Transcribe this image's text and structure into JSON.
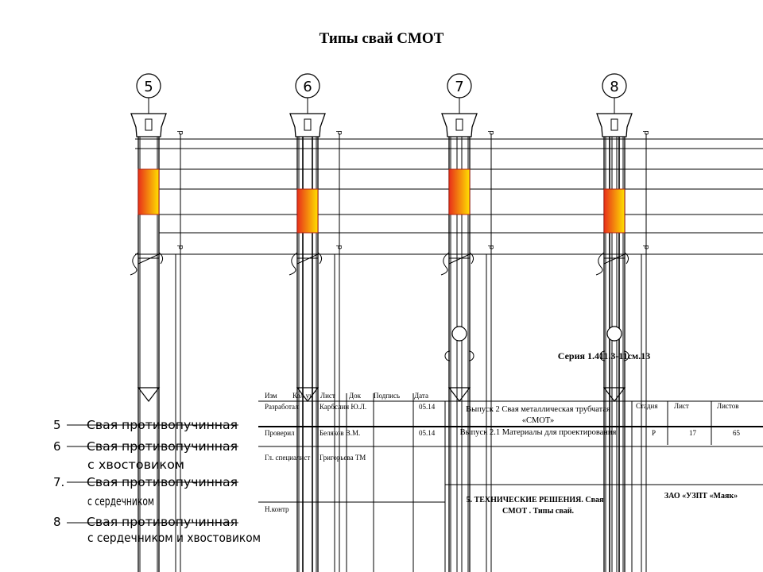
{
  "title": "Типы свай СМОТ",
  "piles": [
    {
      "number": "5",
      "has_tail": false,
      "has_core": false
    },
    {
      "number": "6",
      "has_tail": true,
      "has_core": false
    },
    {
      "number": "7",
      "has_tail": false,
      "has_core": true
    },
    {
      "number": "8",
      "has_tail": true,
      "has_core": true
    }
  ],
  "level_mark": "d",
  "legend": [
    {
      "number": "5",
      "lines": [
        "Свая противопучинная"
      ]
    },
    {
      "number": "6",
      "lines": [
        "Свая противопучинная",
        "с хвостовиком"
      ]
    },
    {
      "number": "7.",
      "lines": [
        "Свая противопучинная",
        "с сердечником"
      ]
    },
    {
      "number": "8",
      "lines": [
        "Свая противопучинная",
        "с сердечником и хвостовиком"
      ]
    }
  ],
  "title_block": {
    "series": "Серия 1.411.3-11см.13",
    "headers": [
      "Изм",
      "Кол.уч",
      "Лист",
      "Док",
      "Подпись",
      "Дата"
    ],
    "rows": [
      {
        "role": "Разработал",
        "name": "Карбслин Ю.Л.",
        "date": "05.14"
      },
      {
        "role": "Проверил",
        "name": "Беляков В.М.",
        "date": "05.14"
      },
      {
        "role": "Гл. специалист",
        "name": "Григорьева ТМ",
        "date": ""
      },
      {
        "role": "Н.контр",
        "name": "",
        "date": ""
      }
    ],
    "issue_line1": "Выпуск 2 Свая металлическая трубчатая",
    "issue_line2": "«СМОТ»",
    "issue_line3": "Выпуск 2.1 Материалы для проектирования",
    "stage_header": "Стадия",
    "sheet_header": "Лист",
    "sheets_header": "Листов",
    "stage": "Р",
    "sheet": "17",
    "sheets": "65",
    "section_line1": "5. ТЕХНИЧЕСКИЕ РЕШЕНИЯ. Свая",
    "section_line2": "СМОТ . Типы свай.",
    "company": "ЗАО «УЗПТ «Маяк»"
  },
  "colors": {
    "line": "#000000",
    "insert_dark": "#e8301a",
    "insert_light": "#ffe000"
  }
}
